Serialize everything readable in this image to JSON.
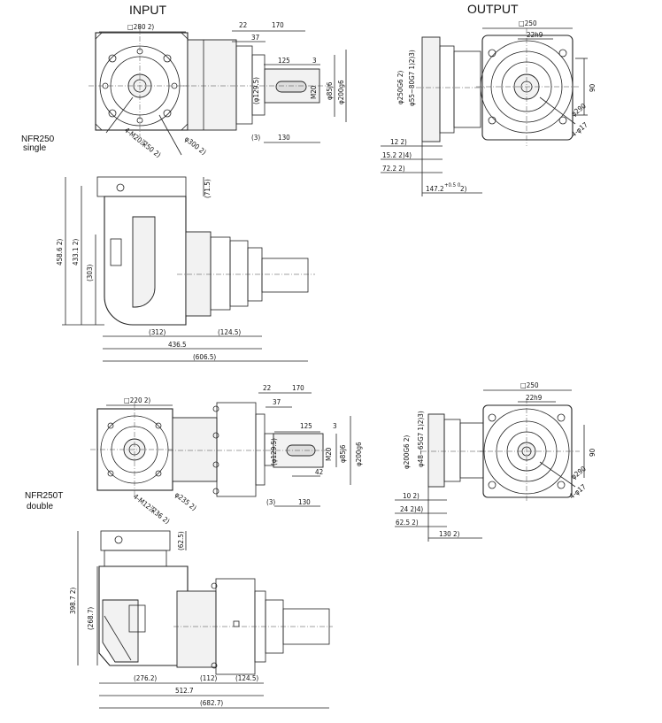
{
  "headers": {
    "input": "INPUT",
    "output": "OUTPUT"
  },
  "models": {
    "single": {
      "name": "NFR250",
      "type": "single"
    },
    "double": {
      "name": "NFR250T",
      "type": "double"
    }
  },
  "dims": {
    "single_input": {
      "flange_square": "□280  2)",
      "d22": "22",
      "d170": "170",
      "d37": "37",
      "d125": "125",
      "d3": "3",
      "m20": "M20",
      "d85j6": "φ85j6",
      "d200g6": "φ200g6",
      "d129_5": "(φ129.5)",
      "d3p": "(3)",
      "d130": "130",
      "bolts": "4-M20深50  2)",
      "pcd": "φ300  2)"
    },
    "single_output": {
      "square": "□250",
      "key": "22h9",
      "bore": "φ55~80G7  1)2)3)",
      "pilot": "φ250G6  2)",
      "d90": "90",
      "pcd": "φ290",
      "holes": "4-φ17",
      "d12": "12  2)",
      "d15_2": "15.2  2)4)",
      "d72_2": "72.2  2)",
      "d147_2": "147.2",
      "tol": "+0.5 0",
      "tol_note": "2)"
    },
    "single_side": {
      "d71_5": "(71.5)",
      "d458_6": "458.6  2)",
      "d433_1": "433.1  2)",
      "d303": "(303)",
      "d312": "(312)",
      "d124_5": "(124.5)",
      "d436_5": "436.5",
      "d606_5": "(606.5)"
    },
    "double_input": {
      "flange_square": "□220  2)",
      "d22": "22",
      "d170": "170",
      "d37": "37",
      "d125": "125",
      "d3": "3",
      "m20": "M20",
      "d85j6": "φ85j6",
      "d200g6": "φ200g6",
      "d129_5": "(φ129.5)",
      "d42": "42",
      "d3p": "(3)",
      "d130": "130",
      "bolts": "4-M12深36  2)",
      "pcd": "φ235  2)"
    },
    "double_output": {
      "square": "□250",
      "key": "22h9",
      "bore": "φ48~65G7  1)2)3)",
      "pilot": "φ200G6  2)",
      "d90": "90",
      "pcd": "φ290",
      "holes": "4-φ17",
      "d10": "10  2)",
      "d24": "24  2)4)",
      "d62_5": "62.5  2)",
      "d130": "130  2)"
    },
    "double_side": {
      "d62_5": "(62.5)",
      "d398_7": "398.7  2)",
      "d268_7": "(268.7)",
      "d276_2": "(276.2)",
      "d112": "(112)",
      "d124_5": "(124.5)",
      "d512_7": "512.7",
      "d682_7": "(682.7)"
    }
  }
}
